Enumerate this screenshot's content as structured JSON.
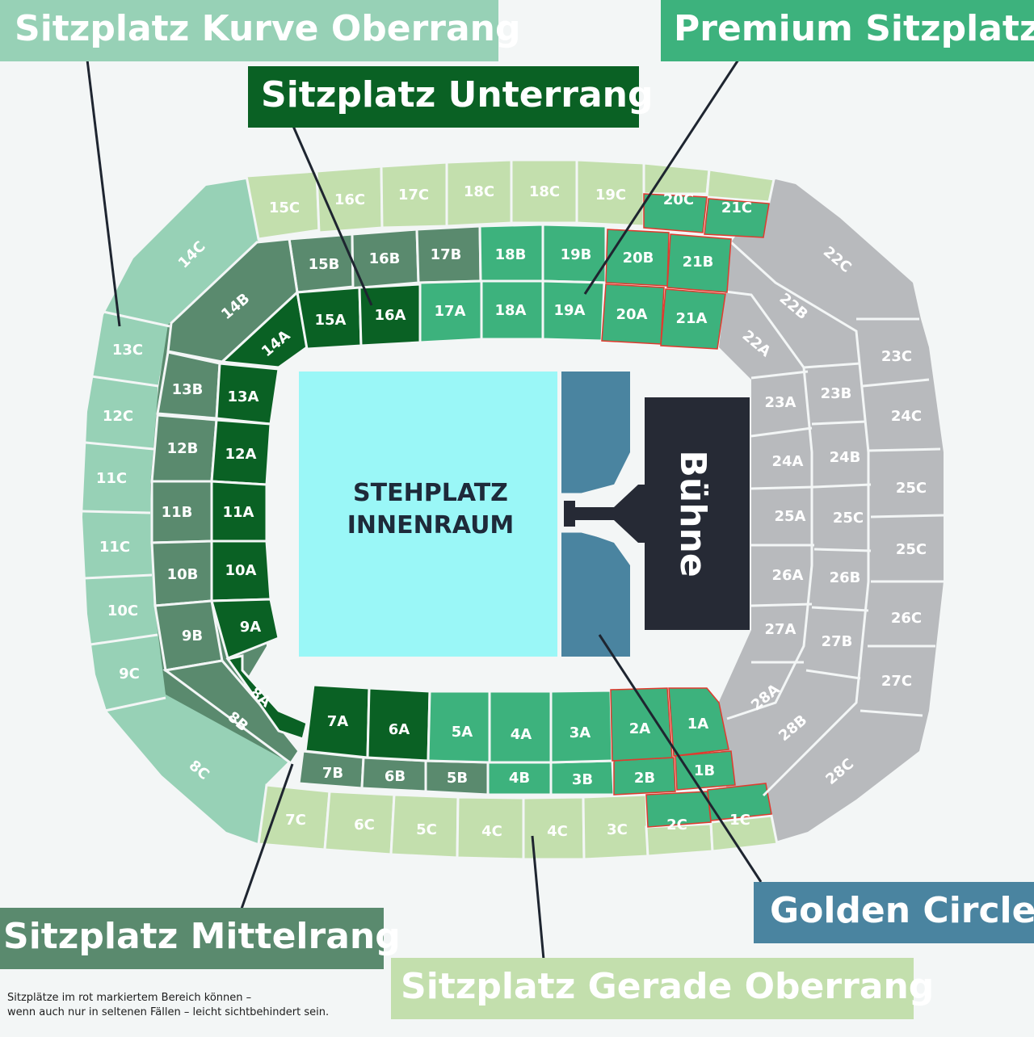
{
  "colors": {
    "kurve_oberrang": "#97d1b6",
    "gerade_oberrang": "#c3dfad",
    "mittelrang": "#5a8a6e",
    "unterrang": "#0a6124",
    "premium": "#3db27d",
    "golden_circle": "#4a84a0",
    "stehplatz": "#9af7f7",
    "buehne": "#262a35",
    "gray": "#b8babd",
    "obstruction": "#e03a2e",
    "separator": "#f3f6f6"
  },
  "legend": {
    "kurve_oberrang": "Sitzplatz Kurve Oberrang",
    "premium": "Premium Sitzplatz",
    "unterrang": "Sitzplatz Unterrang",
    "mittelrang": "Sitzplatz Mittelrang",
    "gerade_oberrang": "Sitzplatz Gerade Oberrang",
    "golden_circle": "Golden Circle"
  },
  "field": {
    "stehplatz_line1": "STEHPLATZ",
    "stehplatz_line2": "INNENRAUM",
    "stage": "Bühne"
  },
  "footnote": {
    "line1": "Sitzplätze im rot markiertem Bereich können –",
    "line2": "wenn auch nur in seltenen Fällen – leicht sichtbehindert sein."
  },
  "sections": {
    "c15": "15C",
    "c16": "16C",
    "c17": "17C",
    "c18a": "18C",
    "c18b": "18C",
    "c19": "19C",
    "c20": "20C",
    "c21": "21C",
    "c14": "14C",
    "c13": "13C",
    "c12": "12C",
    "c11a": "11C",
    "c11b": "11C",
    "c10": "10C",
    "c9": "9C",
    "c8": "8C",
    "c7": "7C",
    "c6": "6C",
    "c5": "5C",
    "c4a": "4C",
    "c4b": "4C",
    "c3": "3C",
    "c2": "2C",
    "c1": "1C",
    "c22": "22C",
    "c23": "23C",
    "c24": "24C",
    "c25a": "25C",
    "c25b": "25C",
    "c26": "26C",
    "c27": "27C",
    "c28": "28C",
    "b15": "15B",
    "b16": "16B",
    "b17": "17B",
    "b18": "18B",
    "b19": "19B",
    "b20": "20B",
    "b21": "21B",
    "b14": "14B",
    "b13": "13B",
    "b12": "12B",
    "b11": "11B",
    "b10": "10B",
    "b9": "9B",
    "b8": "8B",
    "b7": "7B",
    "b6": "6B",
    "b5": "5B",
    "b4": "4B",
    "b3": "3B",
    "b2": "2B",
    "b1": "1B",
    "b22": "22B",
    "b23": "23B",
    "b24": "24B",
    "b25": "25C",
    "b26": "26B",
    "b27": "27B",
    "b28": "28B",
    "a14": "14A",
    "a15": "15A",
    "a16": "16A",
    "a17": "17A",
    "a18": "18A",
    "a19": "19A",
    "a20": "20A",
    "a21": "21A",
    "a13": "13A",
    "a12": "12A",
    "a11": "11A",
    "a10": "10A",
    "a9": "9A",
    "a8": "8A",
    "a7": "7A",
    "a6": "6A",
    "a5": "5A",
    "a4": "4A",
    "a3": "3A",
    "a2": "2A",
    "a1": "1A",
    "a22": "22A",
    "a23": "23A",
    "a24": "24A",
    "a25": "25A",
    "a26": "26A",
    "a27": "27A",
    "a28": "28A"
  }
}
